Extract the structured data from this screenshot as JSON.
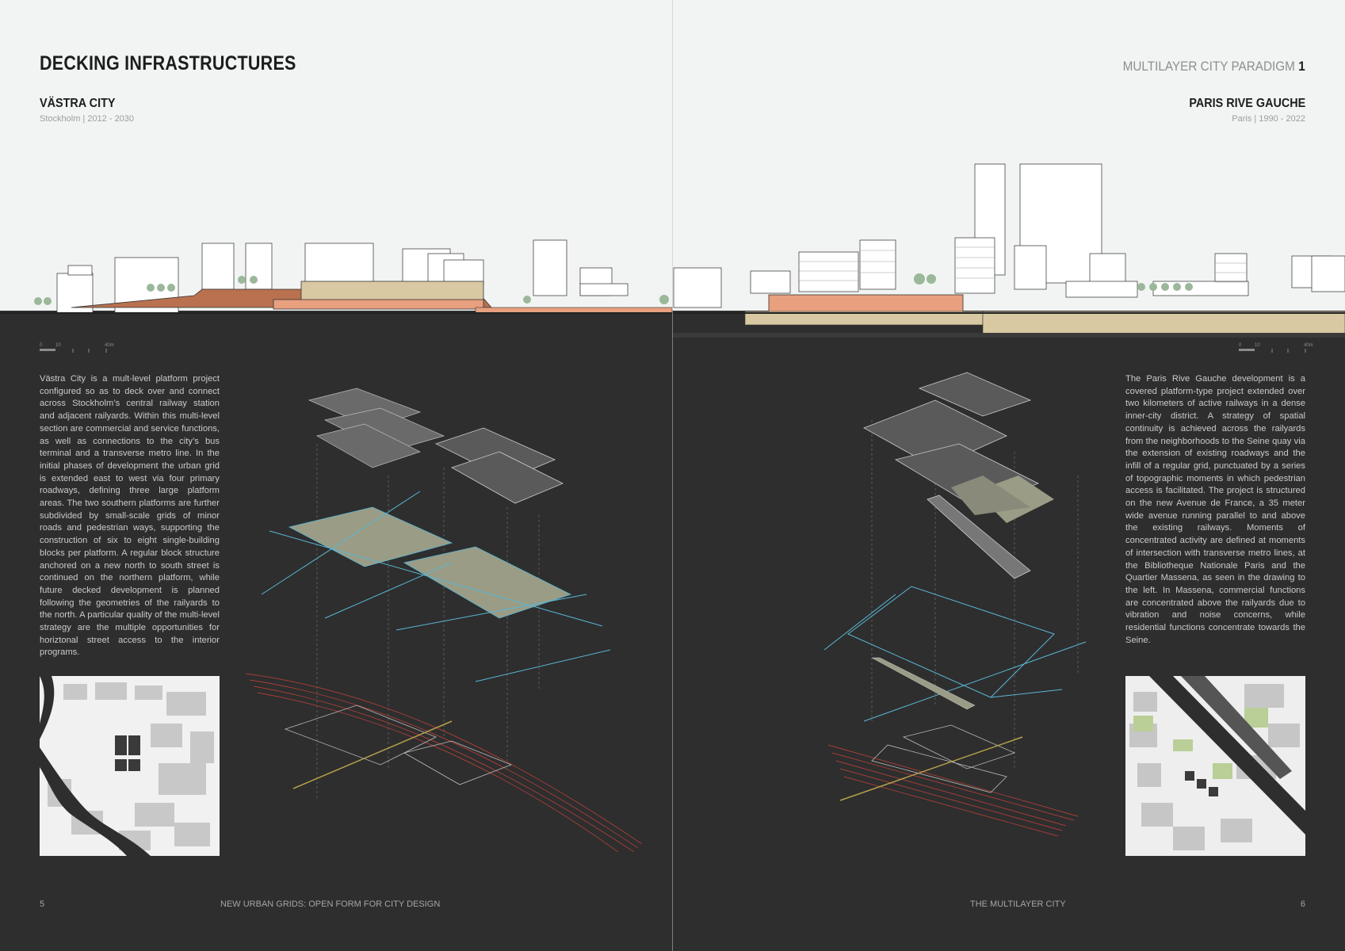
{
  "header": {
    "left_title": "DECKING INFRASTRUCTURES",
    "series": "MULTILAYER CITY PARADIGM",
    "series_number": "1"
  },
  "left_project": {
    "title": "VÄSTRA CITY",
    "subtitle": "Stockholm | 2012 - 2030",
    "description": "Västra City is a mult-level platform project configured so as to deck over and connect across Stockholm’s central railway station and adjacent railyards. Within this multi-level section are commercial and service functions, as well as connections to the city’s bus terminal and a transverse metro line. In the initial phases of development the urban grid is extended east to west via four primary roadways, defining three large platform areas. The two southern platforms are further subdivided by small-scale grids of minor roads and pedestrian ways, supporting the construction of six to eight single-building blocks per platform. A regular block structure anchored on a new north to south street is continued on the northern platform, while future decked development is planned following the geometries of the railyards to the north. A particular quality of the multi-level strategy are the multiple opportunities for horiztonal street access to the interior programs."
  },
  "right_project": {
    "title": "PARIS RIVE GAUCHE",
    "subtitle": "Paris | 1990 - 2022",
    "description": "The Paris Rive Gauche development is a covered platform-type project extended over two kilometers of active railways in a dense inner-city district. A strategy of spatial continuity is achieved across the railyards from the neighborhoods to the Seine quay via the extension of existing roadways and the infill of a regular grid, punctuated by a series of topographic moments in which pedestrian access is facilitated. The project is structured on the new Avenue de France, a 35 meter wide avenue running parallel to and above the existing railways. Moments of concentrated activity are defined at moments of intersection with transverse metro lines, at the Bibliotheque Nationale Paris and the Quartier Massena, as seen in the drawing to the left. In Massena, commercial functions are concentrated above the railyards due to vibration and noise concerns, while residential functions concentrate towards the Seine."
  },
  "scale_bar": {
    "zero": "0",
    "ten": "10",
    "forty": "40m"
  },
  "footer": {
    "left_page": "5",
    "left_running": "NEW URBAN GRIDS: OPEN FORM FOR CITY DESIGN",
    "right_running": "THE MULTILAYER CITY",
    "right_page": "6"
  },
  "colors": {
    "sky": "#f1f4f3",
    "ground": "#2e2e2e",
    "platform": "#d9c9a3",
    "program": "#e8a07f",
    "rail": "#c8433a",
    "street": "#59b7d6",
    "deck": "#9a9c85"
  }
}
